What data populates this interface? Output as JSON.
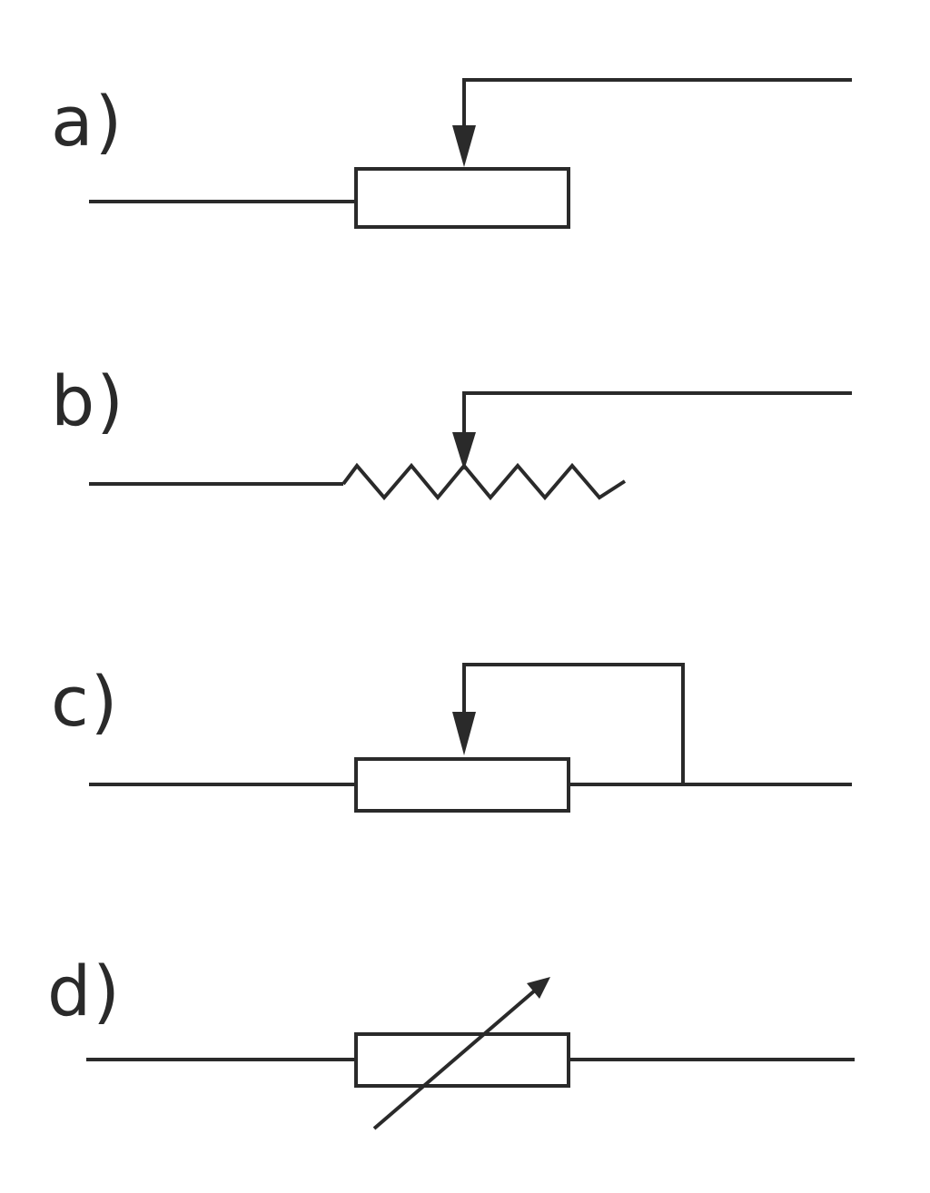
{
  "diagram": {
    "symbols": [
      {
        "id": "a",
        "label": "a)",
        "kind": "rectangular-resistor-with-wiper"
      },
      {
        "id": "b",
        "label": "b)",
        "kind": "zigzag-resistor-with-wiper"
      },
      {
        "id": "c",
        "label": "c)",
        "kind": "rectangular-rheostat"
      },
      {
        "id": "d",
        "label": "d)",
        "kind": "rectangular-variable-resistor"
      }
    ],
    "colors": {
      "ink": "#2a2a2a",
      "background": "#ffffff"
    }
  }
}
